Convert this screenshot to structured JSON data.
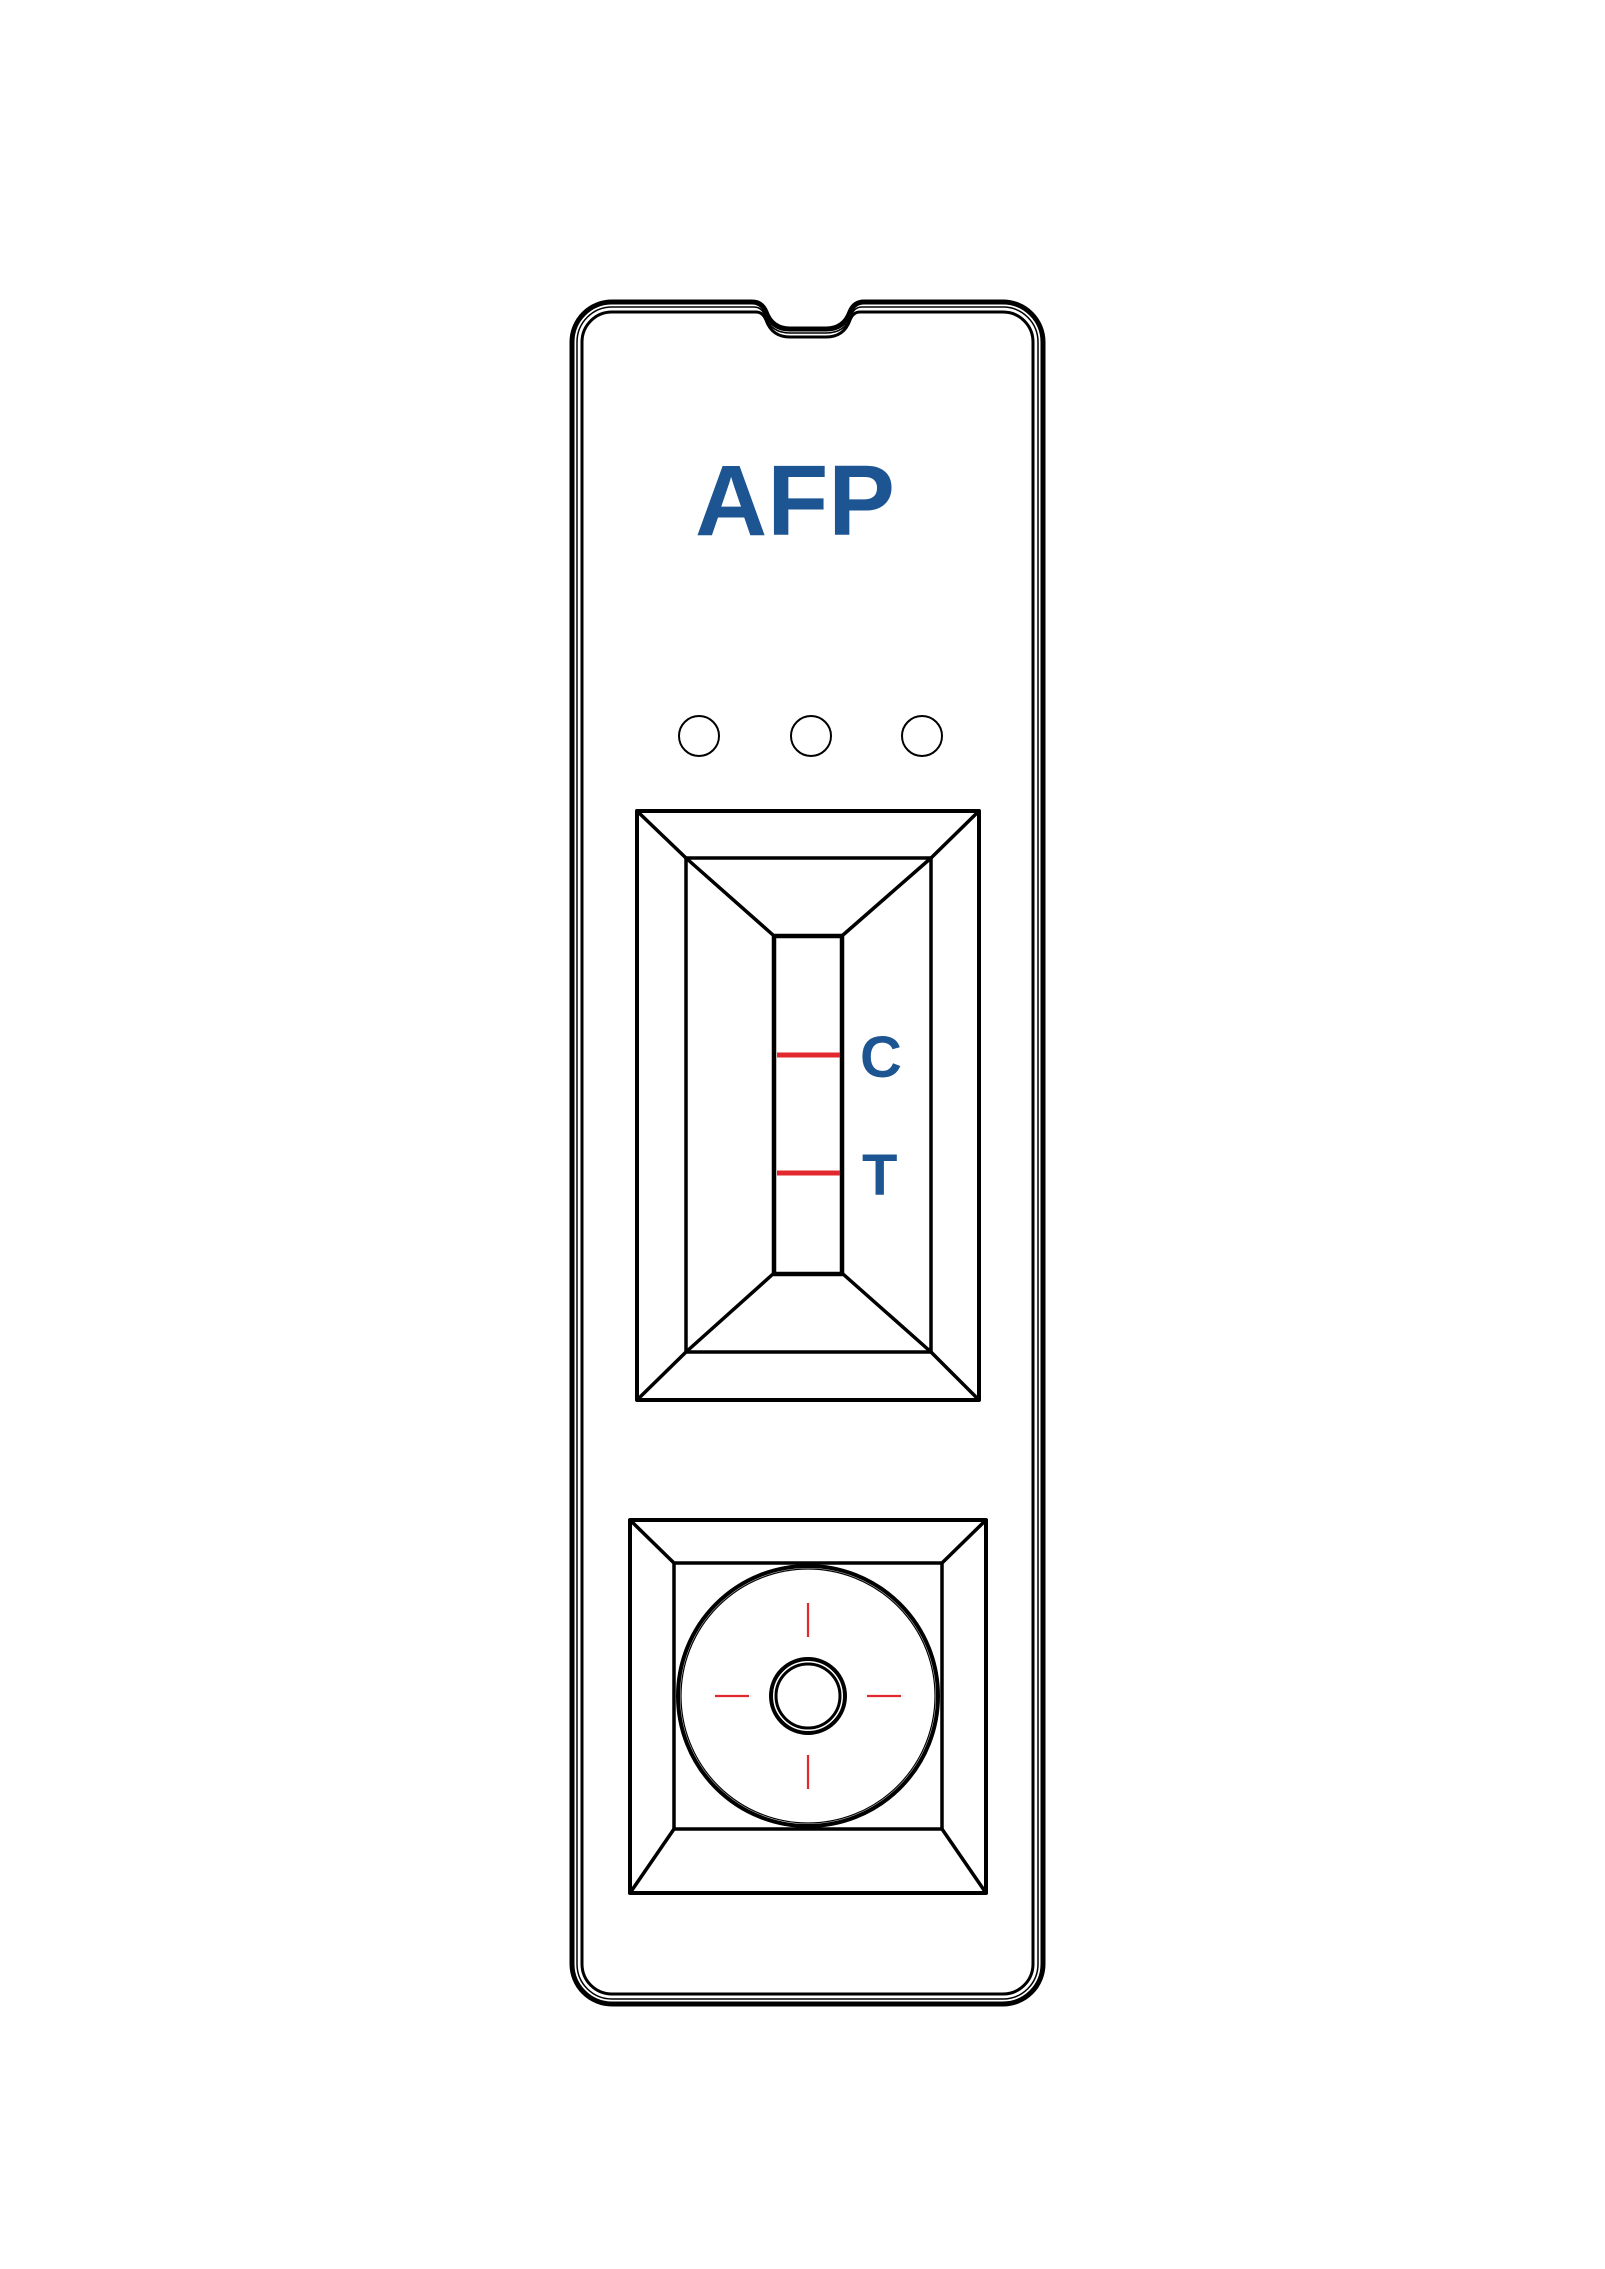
{
  "diagram": {
    "type": "lateral-flow-test-cassette",
    "title": "AFP",
    "colors": {
      "label_blue": "#1d5592",
      "line_red": "#e0282e",
      "outline": "#000000",
      "background": "#ffffff"
    },
    "indicator_dots": {
      "count": 3
    },
    "result_window": {
      "lines": [
        {
          "label": "C",
          "meaning": "control line"
        },
        {
          "label": "T",
          "meaning": "test line"
        }
      ]
    },
    "sample_well": {
      "crosshair_ticks": 4
    }
  }
}
